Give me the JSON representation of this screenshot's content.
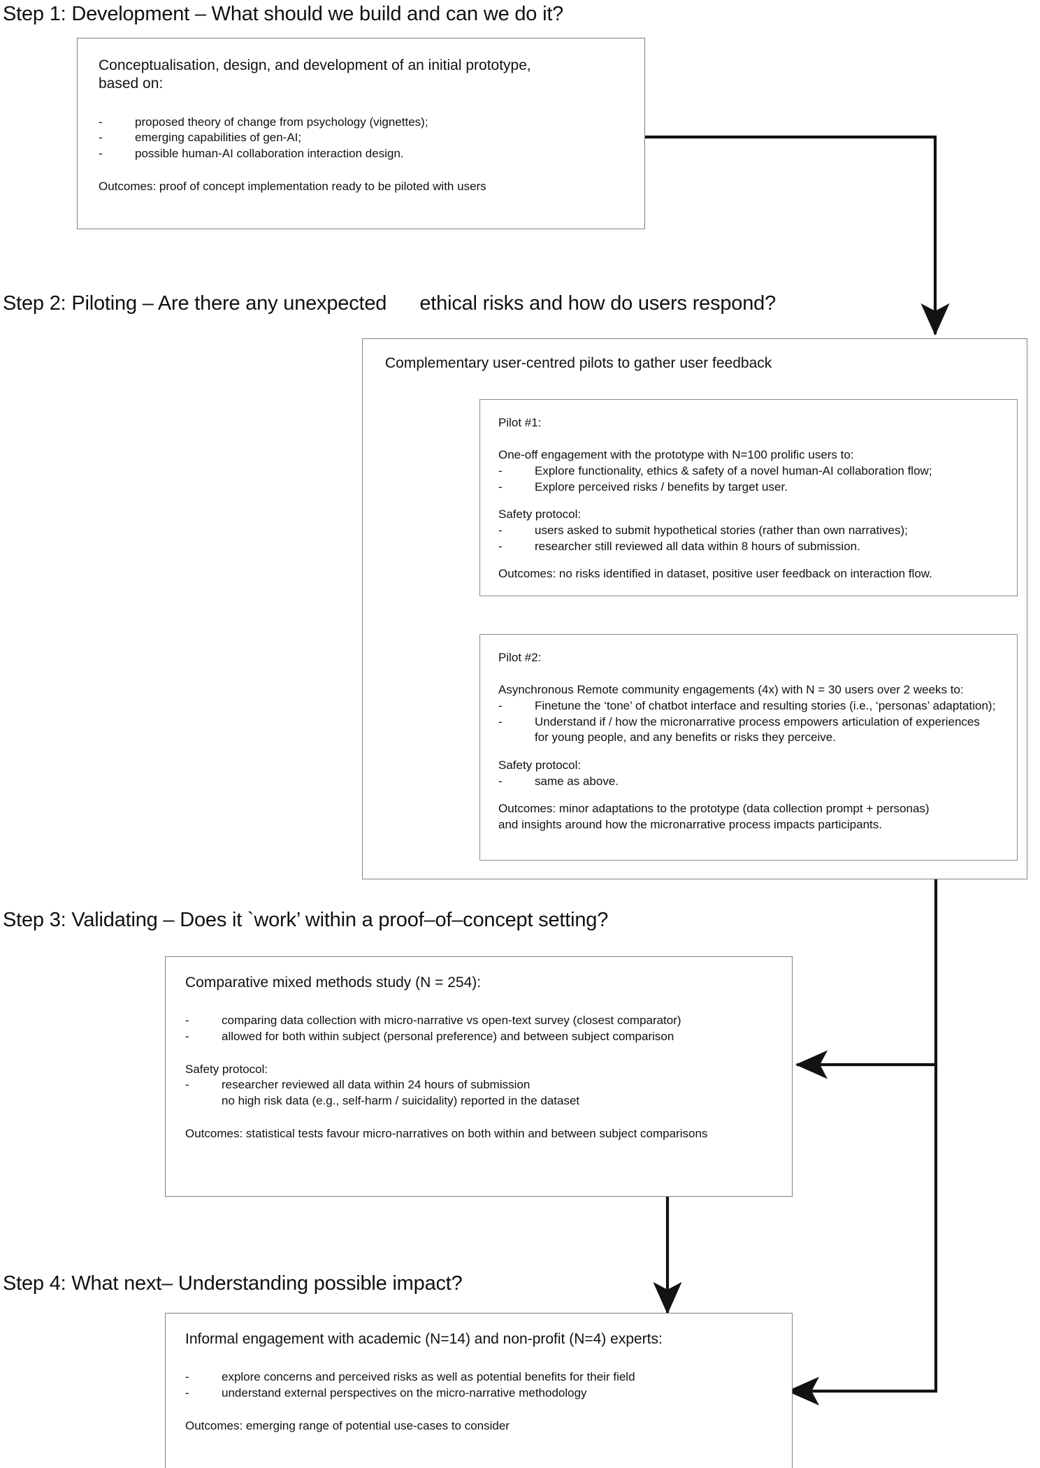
{
  "steps": [
    {
      "heading": "Step 1: Development – What should we build and can we do it?",
      "box": {
        "title_line1": "Conceptualisation, design, and development of an initial prototype,",
        "title_line2": "based on:",
        "bullets": [
          "proposed theory of change from psychology (vignettes);",
          "emerging capabilities of gen-AI;",
          "possible human-AI collaboration interaction design."
        ],
        "outcome": "Outcomes:  proof of concept implementation ready to be piloted with users"
      }
    },
    {
      "heading": "Step 2: Piloting – Are there any unexpected      ethical risks and how do users respond?",
      "box": {
        "title": "Complementary user-centred pilots to gather user feedback",
        "pilots": [
          {
            "label": "Pilot #1:",
            "intro": "One-off engagement with the prototype with N=100 prolific users to:",
            "bullets": [
              "Explore functionality, ethics & safety of a novel human-AI collaboration flow;",
              "Explore perceived risks / benefits by target user."
            ],
            "safety_label": "Safety protocol:",
            "safety_bullets": [
              "users asked to submit hypothetical stories (rather than own narratives);",
              "researcher still reviewed all data within 8 hours of submission."
            ],
            "outcome_lines": [
              "Outcomes:   no risks identified in dataset, positive user feedback on interaction flow."
            ]
          },
          {
            "label": "Pilot #2:",
            "intro": "Asynchronous Remote community engagements (4x) with N = 30 users over 2 weeks to:",
            "bullets": [
              "Finetune the ‘tone’ of chatbot interface and resulting stories (i.e., ‘personas’ adaptation);",
              "Understand if / how the micronarrative process empowers articulation of experiences",
              "for young people, and any benefits or risks they perceive."
            ],
            "safety_label": "Safety protocol:",
            "safety_bullets": [
              "same as above."
            ],
            "outcome_lines": [
              "Outcomes:  minor adaptations to the prototype (data collection prompt + personas)",
              "and insights around how the micronarrative process impacts participants."
            ]
          }
        ]
      }
    },
    {
      "heading": "Step 3: Validating – Does it `work’ within a proof–of–concept setting?",
      "box": {
        "title": "Comparative mixed methods study (N = 254):",
        "bullets": [
          "comparing data collection with micro-narrative vs open-text survey (closest comparator)",
          "allowed for both within subject (personal preference) and between subject comparison"
        ],
        "safety_label": "Safety protocol:",
        "safety_bullets": [
          "researcher reviewed all data within 24 hours of submission",
          "no high risk data (e.g., self-harm / suicidality) reported in the dataset"
        ],
        "outcome": "Outcomes:  statistical tests favour micro-narratives on both within and between subject comparisons"
      }
    },
    {
      "heading": "Step 4: What next– Understanding possible impact?",
      "box": {
        "title": "Informal engagement with academic (N=14) and non-profit (N=4) experts:",
        "bullets": [
          "explore concerns and perceived risks as well as potential benefits for their field",
          "understand external perspectives on the micro-narrative methodology"
        ],
        "outcome": "Outcomes:  emerging range of potential use-cases to consider"
      }
    }
  ],
  "bullet_dash": "-",
  "colors": {
    "box_border": "#808080",
    "inner_border": "#8a8a8a",
    "connector_dark": "#121212",
    "connector_gray": "#8c8c8c",
    "text": "#111111"
  },
  "connectors": [
    {
      "name": "dev-to-pilot",
      "style": "dark"
    },
    {
      "name": "pilot1-to-pilot2",
      "style": "gray"
    },
    {
      "name": "pilot-to-validate",
      "style": "dark"
    },
    {
      "name": "validate-to-next",
      "style": "dark"
    },
    {
      "name": "pilot-to-next",
      "style": "dark"
    }
  ]
}
